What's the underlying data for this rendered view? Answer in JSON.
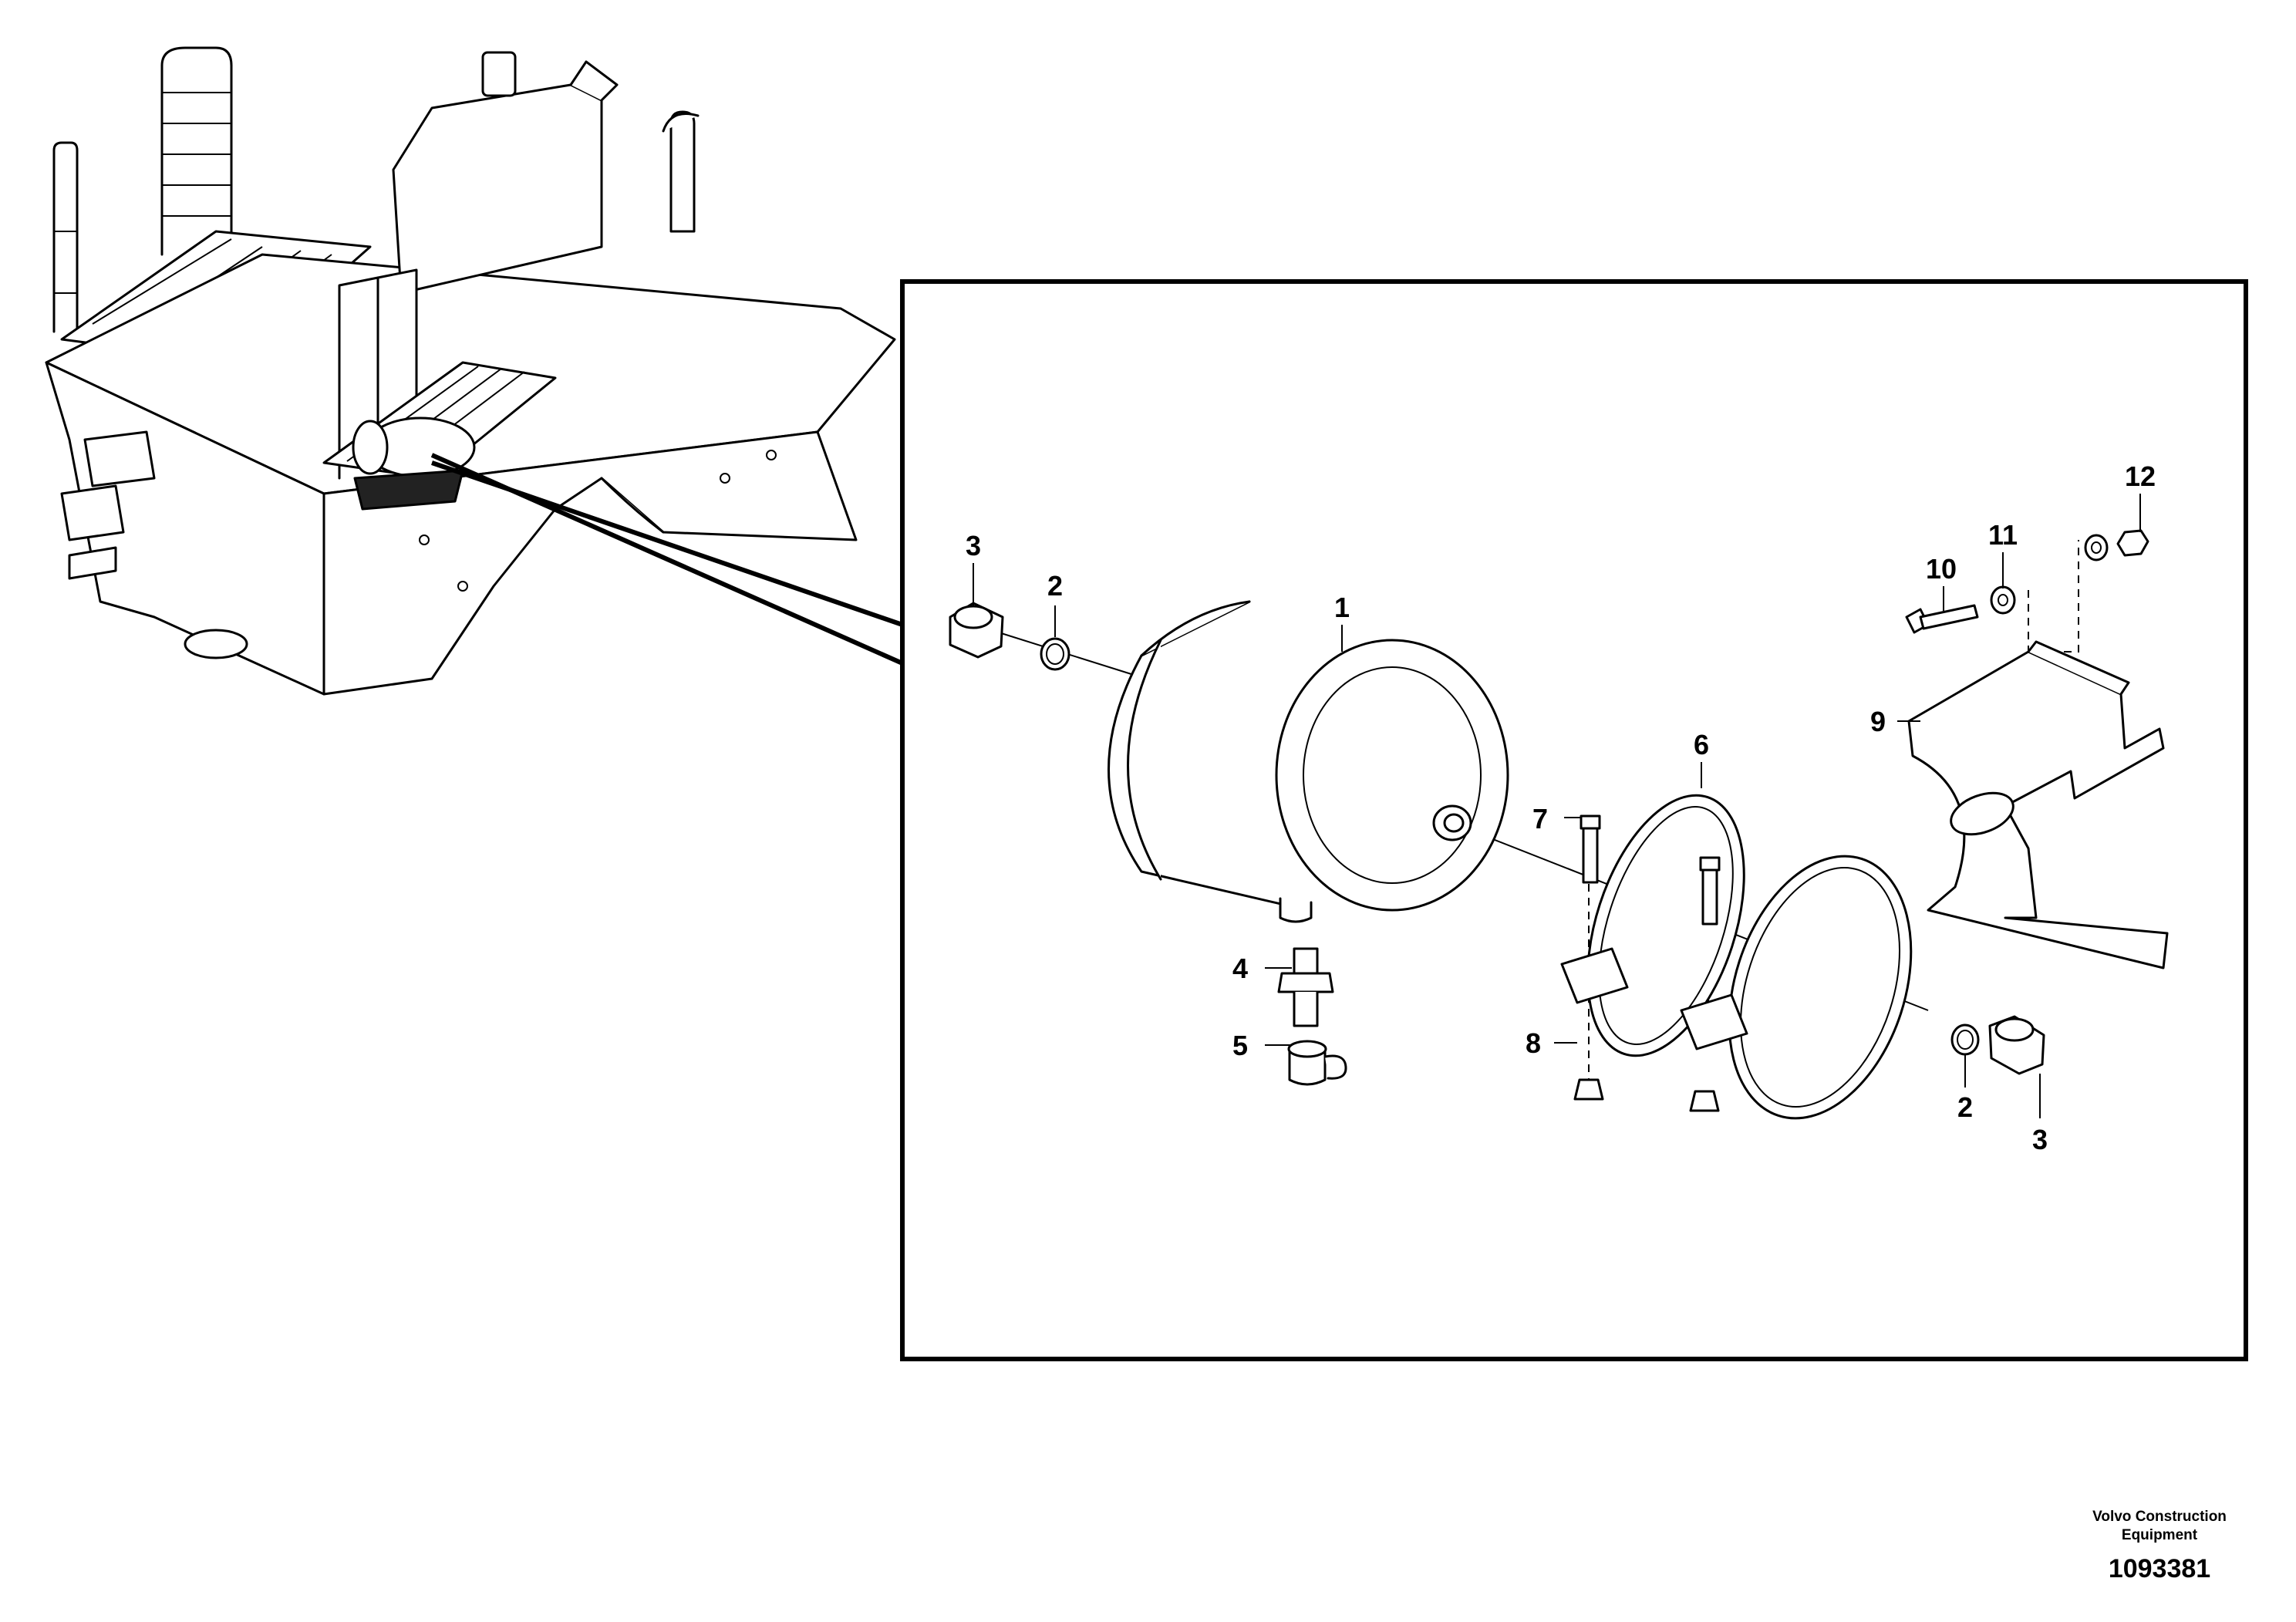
{
  "parts": {
    "p1": "1",
    "p2a": "2",
    "p2b": "2",
    "p3a": "3",
    "p3b": "3",
    "p4": "4",
    "p5": "5",
    "p6": "6",
    "p7": "7",
    "p8": "8",
    "p9": "9",
    "p10": "10",
    "p11": "11",
    "p12": "12"
  },
  "credit": {
    "line1": "Volvo Construction",
    "line2": "Equipment"
  },
  "drawing_number": "1093381"
}
